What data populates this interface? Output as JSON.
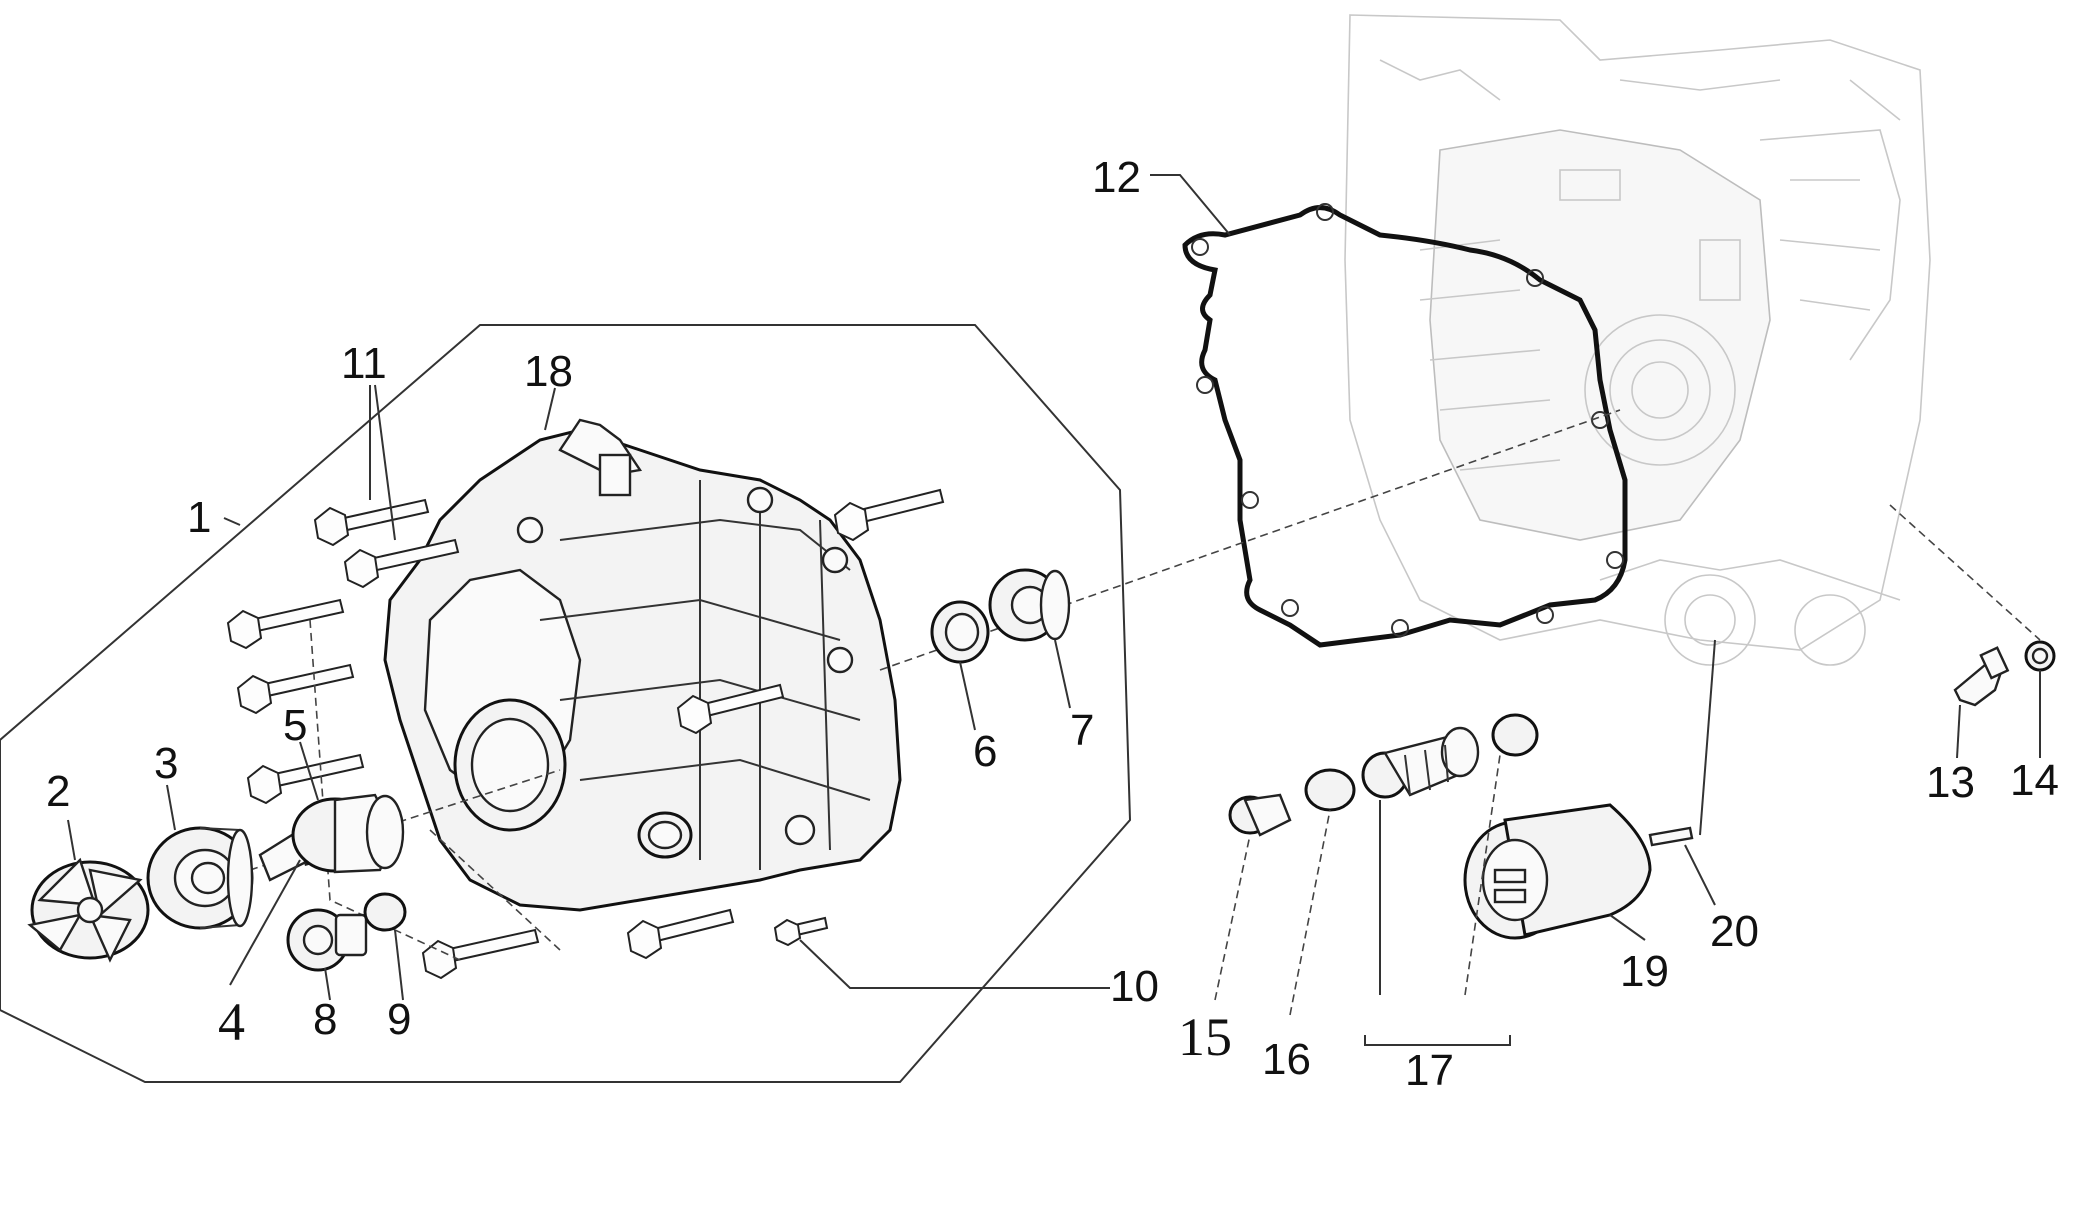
{
  "diagram": {
    "title": "Crankcase cover / water pump exploded parts diagram",
    "callouts": [
      {
        "id": "callout-1",
        "label": "1"
      },
      {
        "id": "callout-2",
        "label": "2"
      },
      {
        "id": "callout-3",
        "label": "3"
      },
      {
        "id": "callout-4",
        "label": "4"
      },
      {
        "id": "callout-5",
        "label": "5"
      },
      {
        "id": "callout-6",
        "label": "6"
      },
      {
        "id": "callout-7",
        "label": "7"
      },
      {
        "id": "callout-8",
        "label": "8"
      },
      {
        "id": "callout-9",
        "label": "9"
      },
      {
        "id": "callout-10",
        "label": "10"
      },
      {
        "id": "callout-11",
        "label": "11"
      },
      {
        "id": "callout-12",
        "label": "12"
      },
      {
        "id": "callout-13",
        "label": "13"
      },
      {
        "id": "callout-14",
        "label": "14"
      },
      {
        "id": "callout-15",
        "label": "15"
      },
      {
        "id": "callout-16",
        "label": "16"
      },
      {
        "id": "callout-17",
        "label": "17"
      },
      {
        "id": "callout-18",
        "label": "18"
      },
      {
        "id": "callout-19",
        "label": "19"
      },
      {
        "id": "callout-20",
        "label": "20"
      }
    ]
  }
}
